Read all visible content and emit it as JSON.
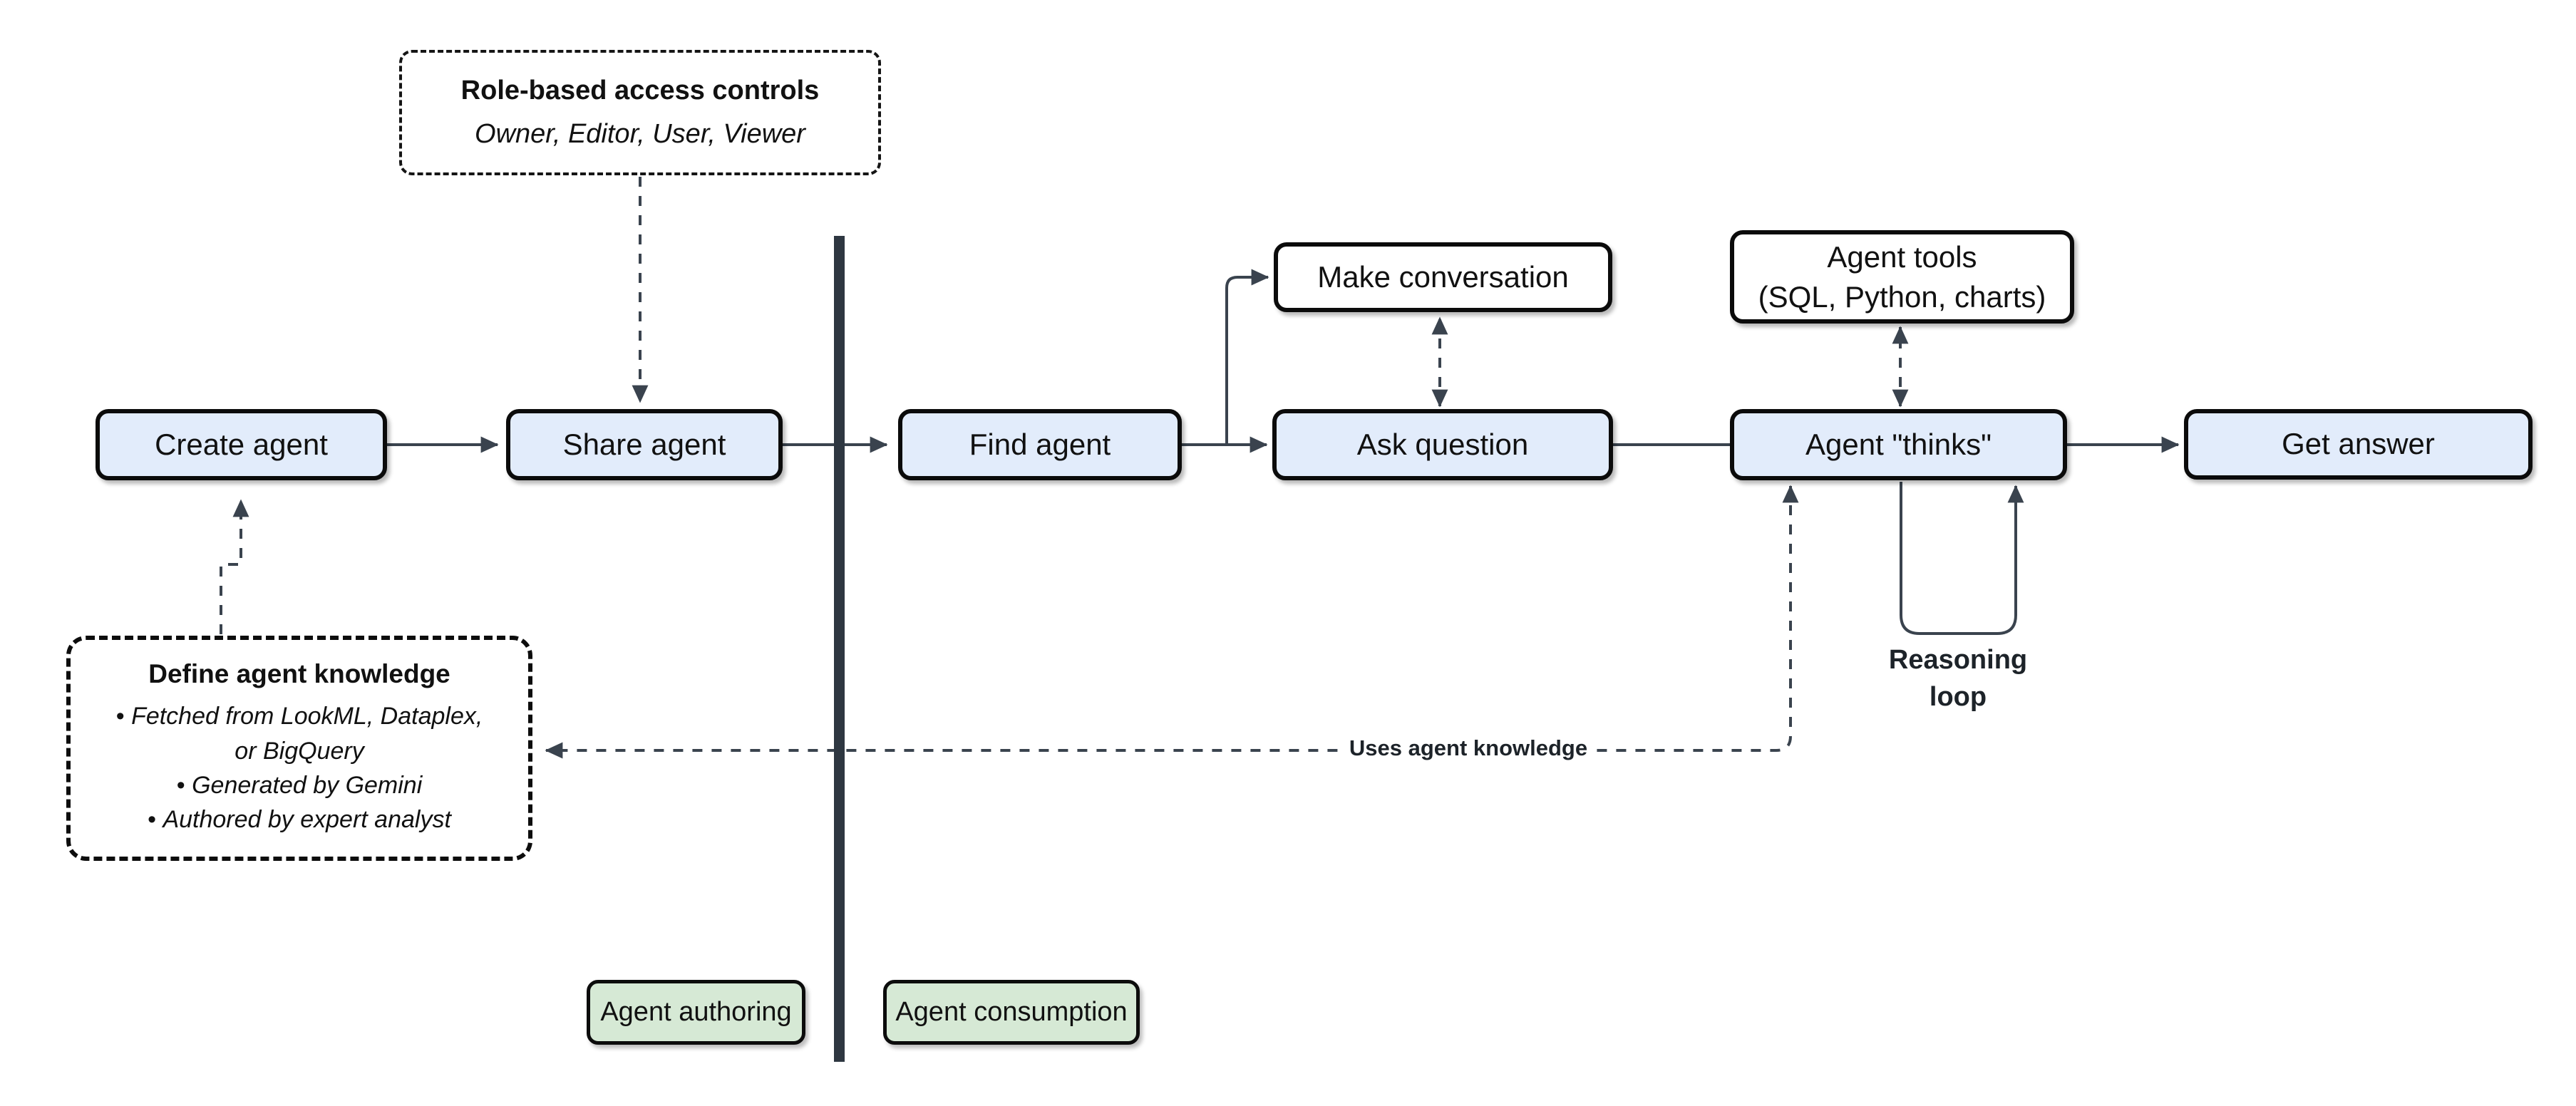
{
  "diagram": {
    "flow_nodes": {
      "create_agent": "Create agent",
      "share_agent": "Share agent",
      "find_agent": "Find agent",
      "make_conversation": "Make conversation",
      "ask_question": "Ask question",
      "agent_tools_line1": "Agent tools",
      "agent_tools_line2": "(SQL, Python, charts)",
      "agent_thinks": "Agent \"thinks\"",
      "get_answer": "Get answer"
    },
    "notes": {
      "rbac": {
        "title": "Role-based access controls",
        "subtitle": "Owner, Editor, User, Viewer"
      },
      "knowledge": {
        "title": "Define agent knowledge",
        "bullets": [
          "Fetched from LookML, Dataplex, or BigQuery",
          "Generated by Gemini",
          "Authored by expert analyst"
        ]
      }
    },
    "edge_labels": {
      "uses_agent_knowledge": "Uses agent knowledge",
      "reasoning_loop_line1": "Reasoning",
      "reasoning_loop_line2": "loop"
    },
    "lanes": {
      "authoring": "Agent authoring",
      "consumption": "Agent consumption"
    },
    "colors": {
      "node_fill_blue": "#e2ecfb",
      "node_fill_white": "#ffffff",
      "lane_fill_green": "#d6e9d5",
      "connector": "#3a434e",
      "divider": "#2e3741",
      "border": "#0b0b0b"
    }
  }
}
